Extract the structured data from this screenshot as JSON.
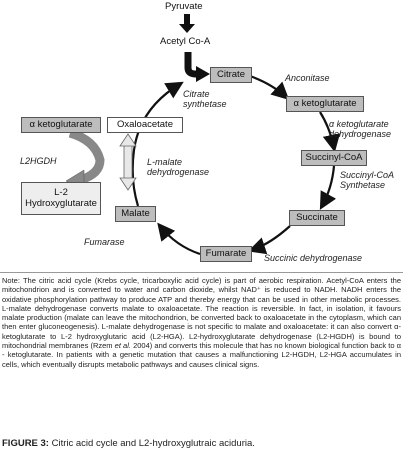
{
  "diagram": {
    "inputs": {
      "pyruvate": "Pyruvate",
      "acetyl_coa": "Acetyl Co-A"
    },
    "nodes": {
      "citrate": "Citrate",
      "alpha_ketoglutarate": "α ketoglutarate",
      "succinyl_coa": "Succinyl-CoA",
      "succinate": "Succinate",
      "fumarate": "Fumarate",
      "malate": "Malate",
      "oxaloacetate": "Oxaloacetate",
      "alpha_ketoglutarate_side": "α ketoglutarate",
      "l2_hydroxyglutarate_line1": "L-2",
      "l2_hydroxyglutarate_line2": "Hydroxyglutarate"
    },
    "enzymes": {
      "aconitase": "Anconitase",
      "alpha_kg_dh_line1": "α ketoglutarate",
      "alpha_kg_dh_line2": "dehydrogenase",
      "succinyl_coa_synthetase_line1": "Succinyl-CoA",
      "succinyl_coa_synthetase_line2": "Synthetase",
      "succinic_dh": "Succinic dehydrogenase",
      "fumarase": "Fumarase",
      "l_malate_dh_line1": "L-malate",
      "l_malate_dh_line2": "dehydrogenase",
      "citrate_synthetase_line1": "Citrate",
      "citrate_synthetase_line2": "synthetase",
      "l2hgdh": "L2HGDH"
    }
  },
  "note": {
    "part1": "Note: The citric acid cycle (Krebs cycle, tricarboxylic acid cycle) is part of aerobic respiration. Acetyl-CoA enters the mitochondrion and is converted to water and carbon dioxide, whilst NAD⁺ is reduced to NADH. NADH enters the oxidative phosphorylation pathway to produce ATP and thereby energy that can be used in other metabolic processes. L-malate dehydrogenase converts malate to oxaloacetate. The reaction is reversible. In fact, in isolation, it favours malate production (malate can leave the mitochondrion, be converted back to oxaloacetate in the cytoplasm, which can then enter gluconeogenesis). L-malate dehydrogenase is not specific to malate and oxaloacetate: it can also convert α- ketoglutarate to L-2 hydroxyglutaric acid (L2-HGA). L2-hydroxyglutarate dehydrogenase (L2-HGDH) is bound to mitochondrial membranes (Rzem ",
    "etal": "et al.",
    "part2": " 2004) and converts this molecule that has no known biological function back to α - ketoglutarate. In patients with a genetic mutation that causes a malfunctioning L2-HGDH, L2-HGA accumulates in cells, which eventually disrupts metabolic pathways and causes clinical signs."
  },
  "caption": {
    "label": "FIGURE 3:",
    "text": " Citric acid cycle and L2-hydroxyglutraic aciduria."
  }
}
